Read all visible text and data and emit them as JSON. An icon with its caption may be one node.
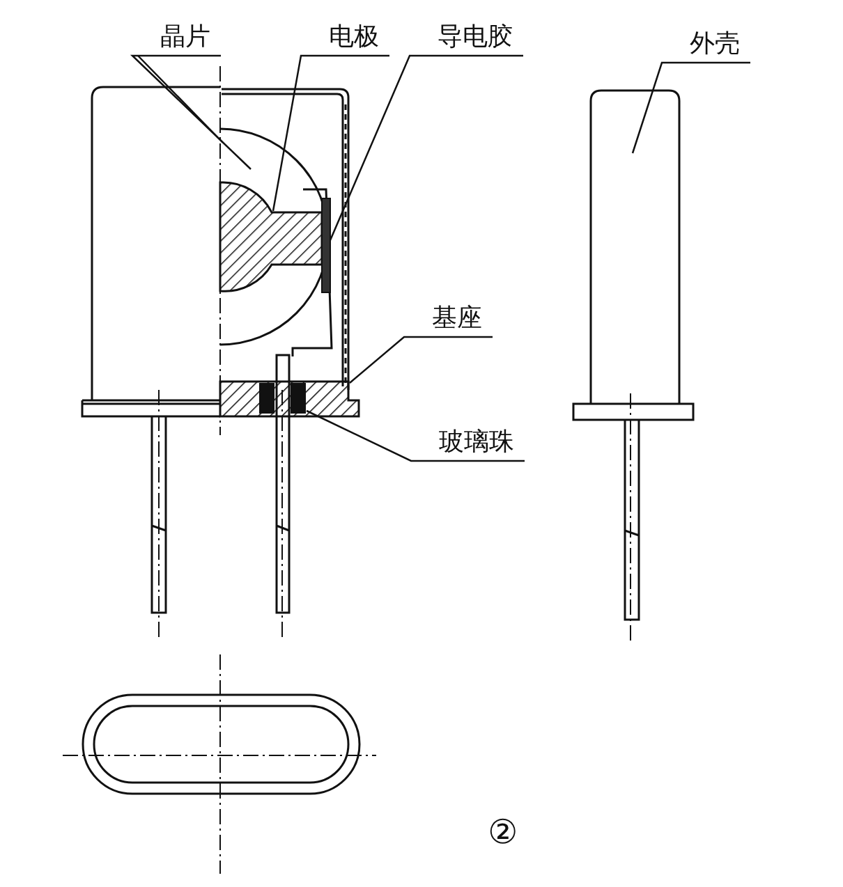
{
  "diagram": {
    "nodes": [
      {
        "text": [
          "晶片"
        ]
      },
      {
        "text": [
          "电极"
        ]
      },
      {
        "text": [
          "导电胶"
        ]
      },
      {
        "text": [
          "基座"
        ]
      },
      {
        "text": [
          "玻璃珠"
        ]
      },
      {
        "text": [
          "外壳"
        ]
      },
      {
        "text": [],
        "shape": "picture"
      },
      {
        "text": [],
        "shape": "picture",
        "in": 6
      },
      {
        "text": [],
        "shape": "bar",
        "in": 6
      },
      {
        "text": [],
        "shape": "picture"
      },
      {
        "text": [],
        "shape": "picture",
        "in": 9
      },
      {
        "text": [],
        "shape": "picture"
      }
    ],
    "edges": [
      {
        "from": 0,
        "to": 6,
        "arrow": "none"
      },
      {
        "from": 0,
        "to": 6,
        "arrow": "none"
      },
      {
        "from": 1,
        "to": 7,
        "arrow": "none"
      },
      {
        "from": 2,
        "to": 8,
        "arrow": "none"
      },
      {
        "from": 3,
        "to": 9,
        "arrow": "none"
      },
      {
        "from": 4,
        "to": 10,
        "arrow": "none"
      },
      {
        "from": 5,
        "to": 11,
        "arrow": "none"
      }
    ],
    "labels": [
      "②"
    ]
  }
}
